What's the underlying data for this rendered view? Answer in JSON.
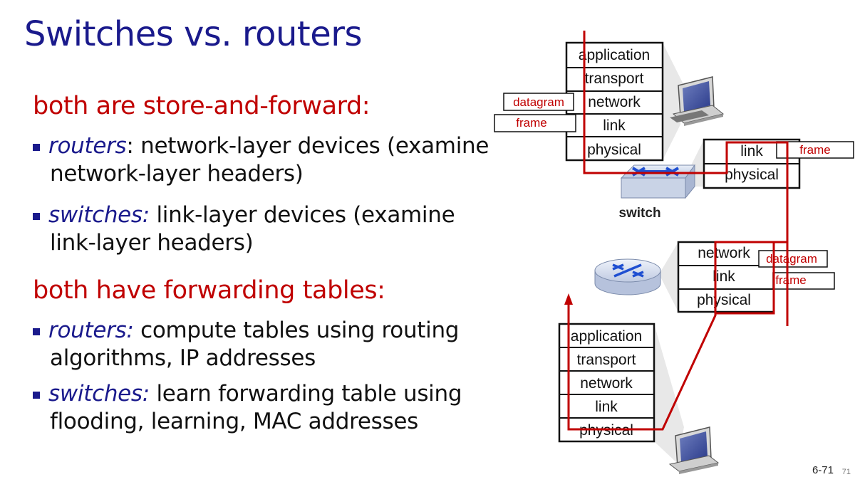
{
  "slide": {
    "title": "Switches vs. routers",
    "slide_number": "6-71",
    "page_number": "71"
  },
  "sections": [
    {
      "heading": "both are store-and-forward:",
      "bullets": [
        {
          "term": "routers",
          "sep": ":",
          "text": " network-layer devices (examine",
          "cont": "network-layer headers)"
        },
        {
          "term": "switches:",
          "sep": "",
          "text": " link-layer devices (examine",
          "cont": "link-layer headers)"
        }
      ]
    },
    {
      "heading": "both have forwarding tables:",
      "bullets": [
        {
          "term": "routers:",
          "sep": "",
          "text": " compute tables using routing",
          "cont": "algorithms, IP addresses"
        },
        {
          "term": "switches:",
          "sep": "",
          "text": " learn forwarding table using",
          "cont": "flooding, learning, MAC addresses"
        }
      ]
    }
  ],
  "diagram": {
    "top_host_stack": [
      "application",
      "transport",
      "network",
      "link",
      "physical"
    ],
    "switch_stack": [
      "link",
      "physical"
    ],
    "switch_label": "switch",
    "router_stack": [
      "network",
      "link",
      "physical"
    ],
    "bottom_host_stack": [
      "application",
      "transport",
      "network",
      "link",
      "physical"
    ],
    "tags": {
      "top_datagram": "datagram",
      "top_frame": "frame",
      "switch_frame": "frame",
      "router_datagram": "datagram",
      "router_frame": "frame"
    },
    "colors": {
      "path": "#c00000",
      "title": "#1a1a8c",
      "heading": "#c00000",
      "device_blue": "#1f4fd1"
    }
  }
}
